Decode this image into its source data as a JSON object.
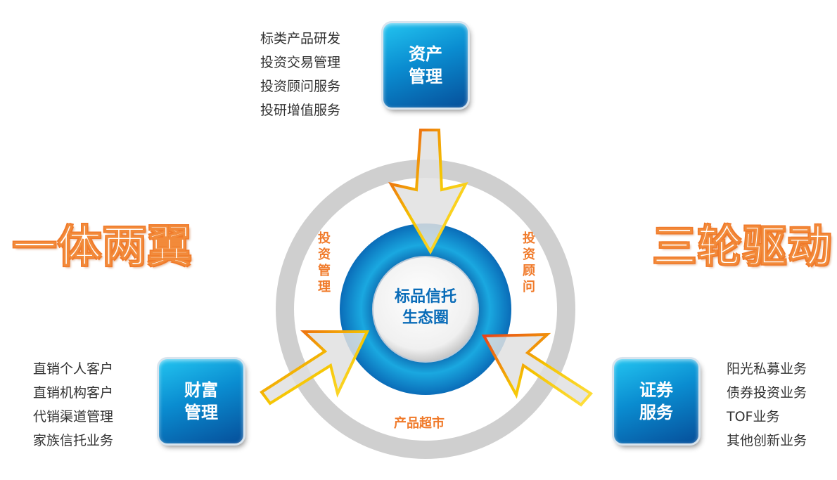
{
  "titles": {
    "left": "一体两翼",
    "right": "三轮驱动"
  },
  "center": {
    "line1": "标品信托",
    "line2": "生态圈"
  },
  "ring_labels": {
    "left": "投资管理",
    "right": "投资顾问",
    "bottom": "产品超市"
  },
  "boxes": {
    "top": {
      "line1": "资产",
      "line2": "管理",
      "items": [
        "标类产品研发",
        "投资交易管理",
        "投资顾问服务",
        "投研增值服务"
      ]
    },
    "left": {
      "line1": "财富",
      "line2": "管理",
      "items": [
        "直销个人客户",
        "直销机构客户",
        "代销渠道管理",
        "家族信托业务"
      ]
    },
    "right": {
      "line1": "证券",
      "line2": "服务",
      "items": [
        "阳光私募业务",
        "债券投资业务",
        "TOF业务",
        "其他创新业务"
      ]
    }
  },
  "colors": {
    "accent": "#f07a2a",
    "blue": "#0a8cd0",
    "arrow_stroke": "#f5c400"
  }
}
